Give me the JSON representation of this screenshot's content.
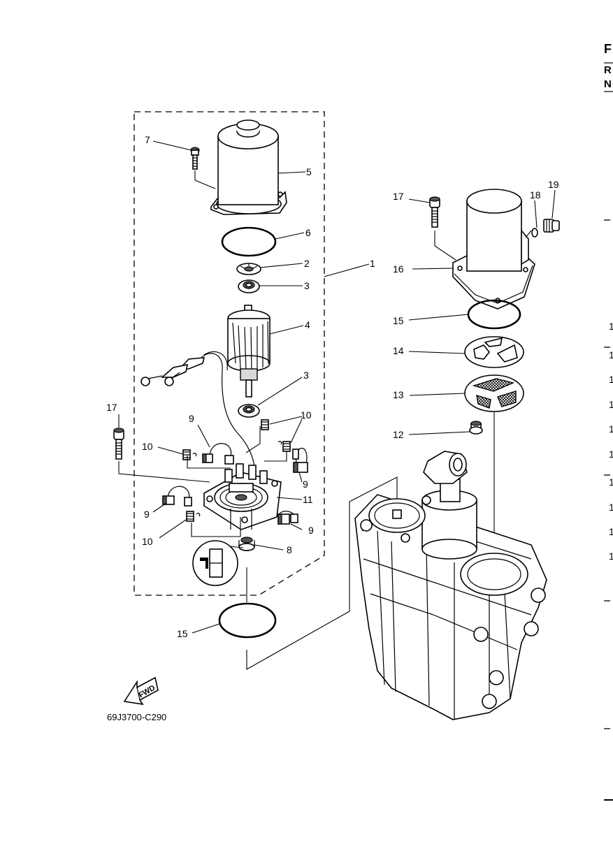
{
  "header_letters": [
    "F",
    "R",
    "N"
  ],
  "callouts": {
    "c1": "1",
    "c2": "2",
    "c3a": "3",
    "c3b": "3",
    "c4": "4",
    "c5": "5",
    "c6": "6",
    "c7": "7",
    "c8": "8",
    "c9a": "9",
    "c9b": "9",
    "c9c": "9",
    "c9d": "9",
    "c10a": "10",
    "c10b": "10",
    "c10c": "10",
    "c11": "11",
    "c12": "12",
    "c13": "13",
    "c14": "14",
    "c15a": "15",
    "c15b": "15",
    "c16": "16",
    "c17a": "17",
    "c17b": "17",
    "c18": "18",
    "c19": "19"
  },
  "fwd_label": "FWD",
  "drawing_code": "69J3700-C290",
  "edge_ones": [
    "1",
    "1",
    "1",
    "1",
    "1",
    "1",
    "1",
    "1",
    "1",
    "1"
  ]
}
